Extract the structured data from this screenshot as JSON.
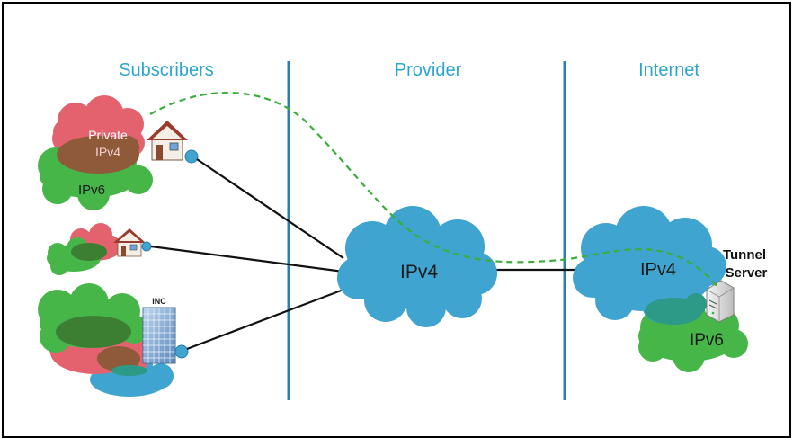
{
  "headers": {
    "subscribers": "Subscribers",
    "provider": "Provider",
    "internet": "Internet"
  },
  "labels": {
    "private_ipv4_line1": "Private",
    "private_ipv4_line2": "IPv4",
    "subscriber_ipv6": "IPv6",
    "provider_ipv4": "IPv4",
    "internet_ipv4": "IPv4",
    "internet_ipv6": "IPv6",
    "tunnel_server_line1": "Tunnel",
    "tunnel_server_line2": "Server",
    "building_sign": "INC"
  },
  "colors": {
    "header": "#2aa6cf",
    "divider": "#2a7fb0",
    "cloud_blue": "#3fa4cf",
    "cloud_red": "#e3626e",
    "cloud_green": "#46b649",
    "overlap_red_green": "#8e5a3a",
    "overlap_dark_green": "#3d7f32",
    "overlap_teal": "#2c9a86",
    "tunnel": "#3aae3a",
    "link": "#111111"
  },
  "icons": [
    "house-icon",
    "building-icon",
    "server-icon",
    "connection-port-icon"
  ]
}
